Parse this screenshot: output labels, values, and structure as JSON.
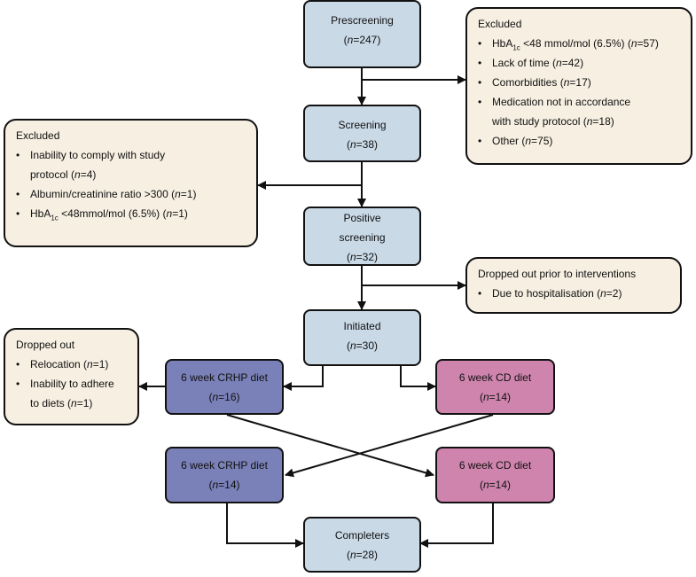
{
  "boxes": {
    "prescreening": {
      "title": "Prescreening",
      "n": "247"
    },
    "screening": {
      "title": "Screening",
      "n": "38"
    },
    "positive": {
      "title1": "Positive",
      "title2": "screening",
      "n": "32"
    },
    "initiated": {
      "title": "Initiated",
      "n": "30"
    },
    "crhp1": {
      "title": "6 week CRHP diet",
      "n": "16"
    },
    "cd1": {
      "title": "6 week CD diet",
      "n": "14"
    },
    "crhp2": {
      "title": "6 week CRHP diet",
      "n": "14"
    },
    "cd2": {
      "title": "6 week CD diet",
      "n": "14"
    },
    "completers": {
      "title": "Completers",
      "n": "28"
    }
  },
  "n_prefix": "n",
  "excluded1": {
    "heading": "Excluded",
    "items": [
      {
        "pre": "HbA",
        "sub": "1c",
        "post": " <48 mmol/mol (6.5%) (",
        "n": "57"
      },
      {
        "text": "Lack of time (",
        "n": "42"
      },
      {
        "text": "Comorbidities (",
        "n": "17"
      },
      {
        "line1": "Medication not in accordance",
        "line2": "with study protocol (",
        "n": "18"
      },
      {
        "text": "Other (",
        "n": "75"
      }
    ]
  },
  "excluded2": {
    "heading": "Excluded",
    "items": [
      {
        "line1": "Inability to comply with study",
        "line2": "protocol (",
        "n": "4"
      },
      {
        "text": "Albumin/creatinine ratio >300 (",
        "n": "1"
      },
      {
        "pre": "HbA",
        "sub": "1c",
        "post": " <48mmol/mol (6.5%) (",
        "n": "1"
      }
    ]
  },
  "dropped_prior": {
    "heading": "Dropped out prior to interventions",
    "items": [
      {
        "text": "Due to hospitalisation (",
        "n": "2"
      }
    ]
  },
  "dropped_out": {
    "heading": "Dropped out",
    "items": [
      {
        "text": "Relocation (",
        "n": "1"
      },
      {
        "line1": "Inability to adhere",
        "line2": "to diets (",
        "n": "1"
      }
    ]
  },
  "colors": {
    "main": "#c9d9e6",
    "note": "#f6efe2",
    "crhp": "#7a80b8",
    "cd": "#cf84ad"
  }
}
